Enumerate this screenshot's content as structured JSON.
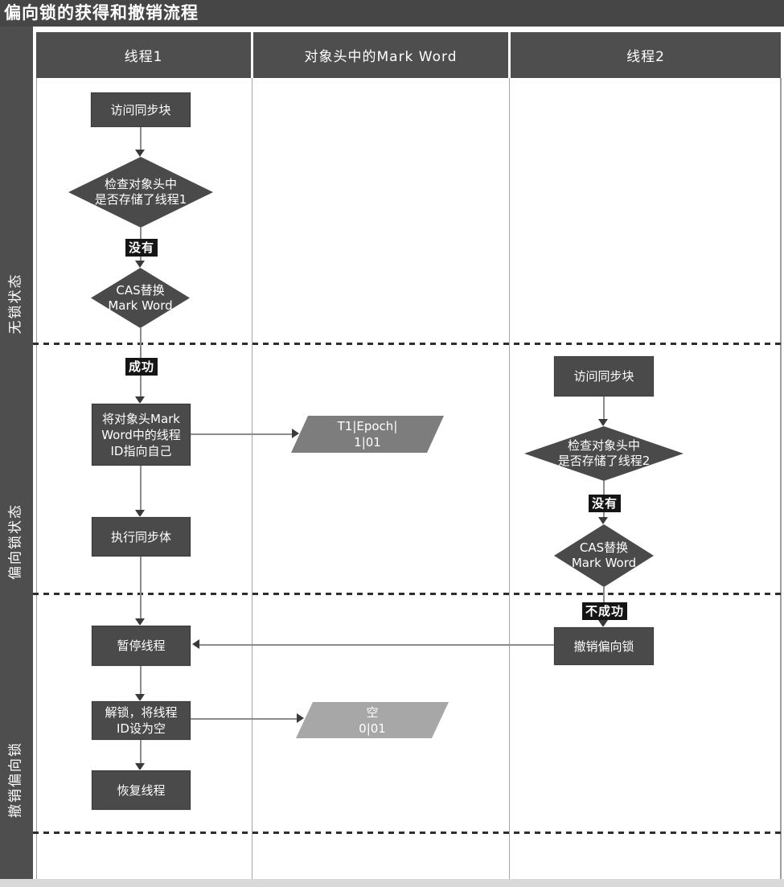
{
  "title": "偏向锁的获得和撤销流程",
  "lanes": {
    "thread1": "线程1",
    "markword": "对象头中的Mark Word",
    "thread2": "线程2"
  },
  "sections": {
    "s1": "无锁状态",
    "s2": "偏向锁状态",
    "s3": "撤销偏向锁"
  },
  "thread1": {
    "access": "访问同步块",
    "check1": "检查对象头中",
    "check2": "是否存储了线程1",
    "no": "没有",
    "cas1": "CAS替换",
    "cas2": "Mark Word",
    "success": "成功",
    "set1": "将对象头Mark",
    "set2": "Word中的线程",
    "set3": "ID指向自己",
    "execute": "执行同步体",
    "pause": "暂停线程",
    "unlock1": "解锁，将线程",
    "unlock2": "ID设为空",
    "resume": "恢复线程"
  },
  "markword": {
    "biased1": "T1|Epoch|",
    "biased2": "1|01",
    "empty1": "空",
    "empty2": "0|01"
  },
  "thread2": {
    "access": "访问同步块",
    "check1": "检查对象头中",
    "check2": "是否存储了线程2",
    "no": "没有",
    "cas1": "CAS替换",
    "cas2": "Mark Word",
    "fail": "不成功",
    "revoke": "撤销偏向锁"
  },
  "colors": {
    "panel": "#4e4e4e",
    "node": "#4a4a4a",
    "badge": "#151515",
    "markword_biased": "#7d7d7d",
    "markword_empty": "#a7a7a7"
  }
}
